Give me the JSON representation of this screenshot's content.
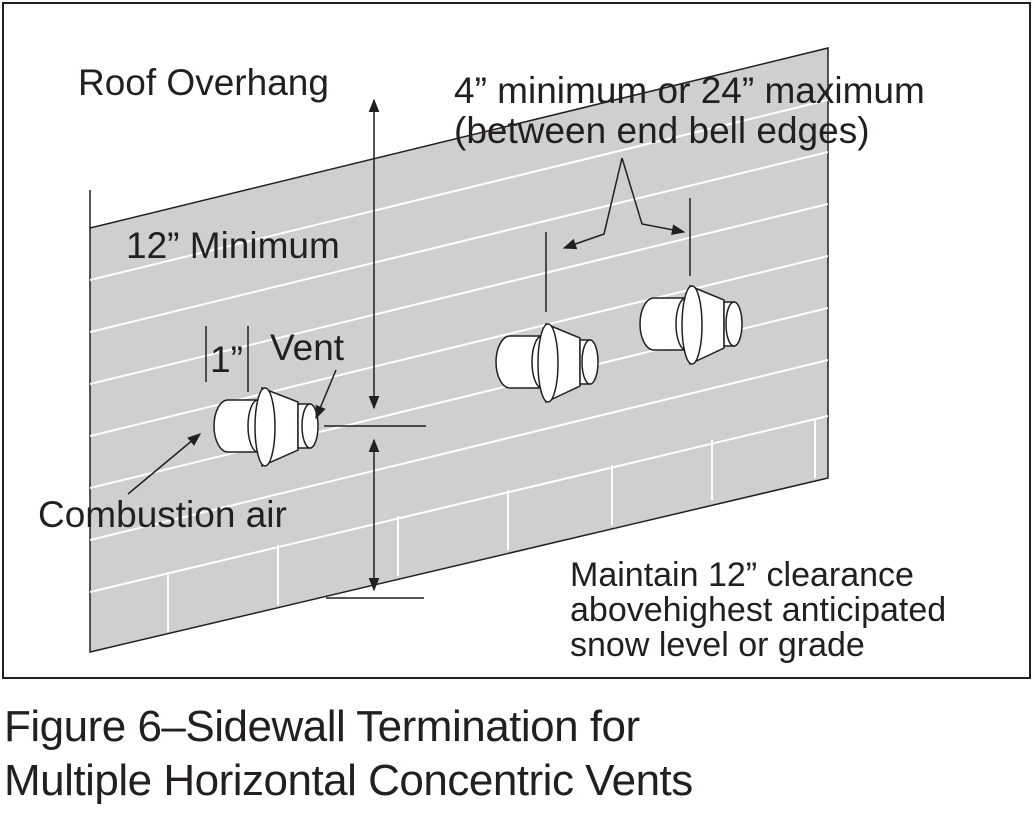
{
  "diagram": {
    "labels": {
      "roof_overhang": "Roof Overhang",
      "spacing_line1": "4” minimum or 24” maximum",
      "spacing_line2": "(between end bell edges)",
      "twelve_minimum": "12” Minimum",
      "one_inch": "1”",
      "vent": "Vent",
      "combustion_air": "Combustion air",
      "clearance_line1": "Maintain 12” clearance",
      "clearance_line2": "abovehighest anticipated",
      "clearance_line3": "snow level or grade"
    },
    "colors": {
      "siding": "#cfcfcf",
      "siding_lines": "#ffffff",
      "ink": "#231f20",
      "vent_body": "#ffffff"
    }
  },
  "caption": {
    "line1": "Figure 6–Sidewall Termination for",
    "line2": "Multiple Horizontal Concentric Vents"
  }
}
